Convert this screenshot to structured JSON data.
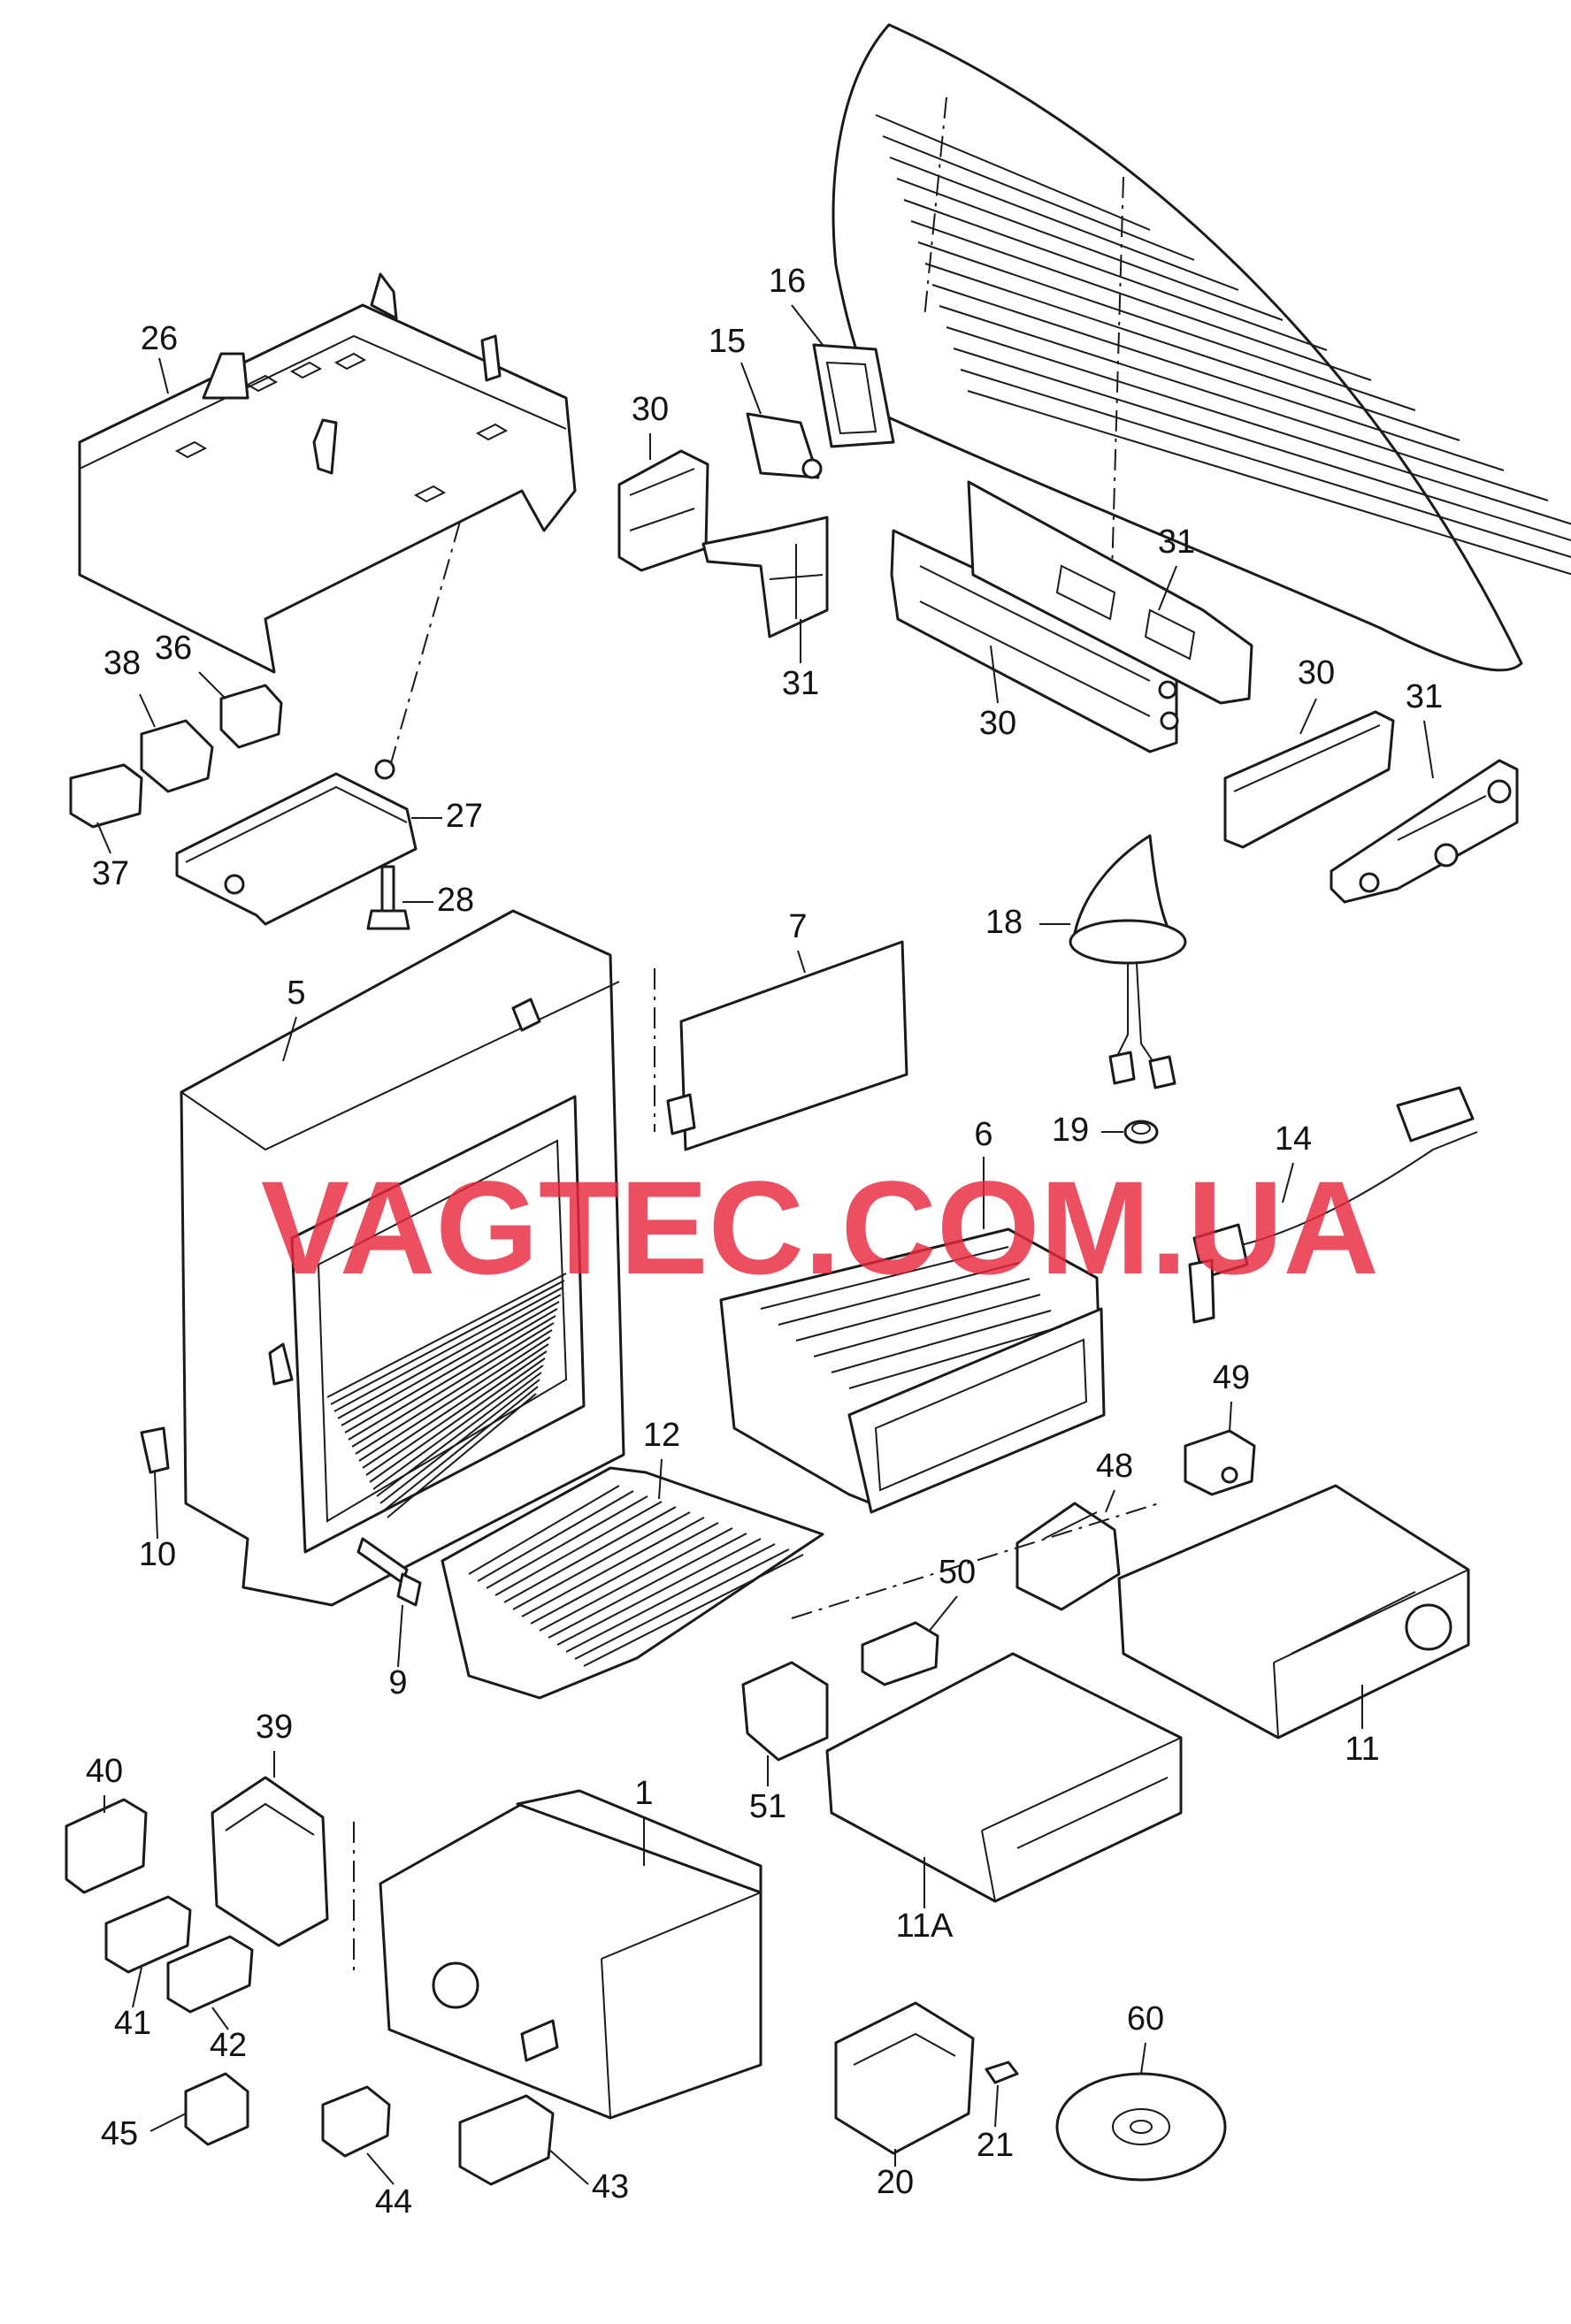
{
  "watermark": "VAGTEC.COM.UA",
  "callouts": [
    {
      "id": "p26",
      "text": "26"
    },
    {
      "id": "p38",
      "text": "38"
    },
    {
      "id": "p36",
      "text": "36"
    },
    {
      "id": "p37",
      "text": "37"
    },
    {
      "id": "p27",
      "text": "27"
    },
    {
      "id": "p28",
      "text": "28"
    },
    {
      "id": "p16",
      "text": "16"
    },
    {
      "id": "p15",
      "text": "15"
    },
    {
      "id": "p30a",
      "text": "30"
    },
    {
      "id": "p31a",
      "text": "31"
    },
    {
      "id": "p31b",
      "text": "31"
    },
    {
      "id": "p30b",
      "text": "30"
    },
    {
      "id": "p30c",
      "text": "30"
    },
    {
      "id": "p31c",
      "text": "31"
    },
    {
      "id": "p18",
      "text": "18"
    },
    {
      "id": "p7",
      "text": "7"
    },
    {
      "id": "p5",
      "text": "5"
    },
    {
      "id": "p19",
      "text": "19"
    },
    {
      "id": "p14",
      "text": "14"
    },
    {
      "id": "p6",
      "text": "6"
    },
    {
      "id": "p12",
      "text": "12"
    },
    {
      "id": "p10",
      "text": "10"
    },
    {
      "id": "p9",
      "text": "9"
    },
    {
      "id": "p49",
      "text": "49"
    },
    {
      "id": "p48",
      "text": "48"
    },
    {
      "id": "p50",
      "text": "50"
    },
    {
      "id": "p11",
      "text": "11"
    },
    {
      "id": "p51",
      "text": "51"
    },
    {
      "id": "p11A",
      "text": "11A"
    },
    {
      "id": "p39",
      "text": "39"
    },
    {
      "id": "p40",
      "text": "40"
    },
    {
      "id": "p1",
      "text": "1"
    },
    {
      "id": "p41",
      "text": "41"
    },
    {
      "id": "p42",
      "text": "42"
    },
    {
      "id": "p45",
      "text": "45"
    },
    {
      "id": "p44",
      "text": "44"
    },
    {
      "id": "p43",
      "text": "43"
    },
    {
      "id": "p20",
      "text": "20"
    },
    {
      "id": "p21",
      "text": "21"
    },
    {
      "id": "p60",
      "text": "60"
    }
  ]
}
